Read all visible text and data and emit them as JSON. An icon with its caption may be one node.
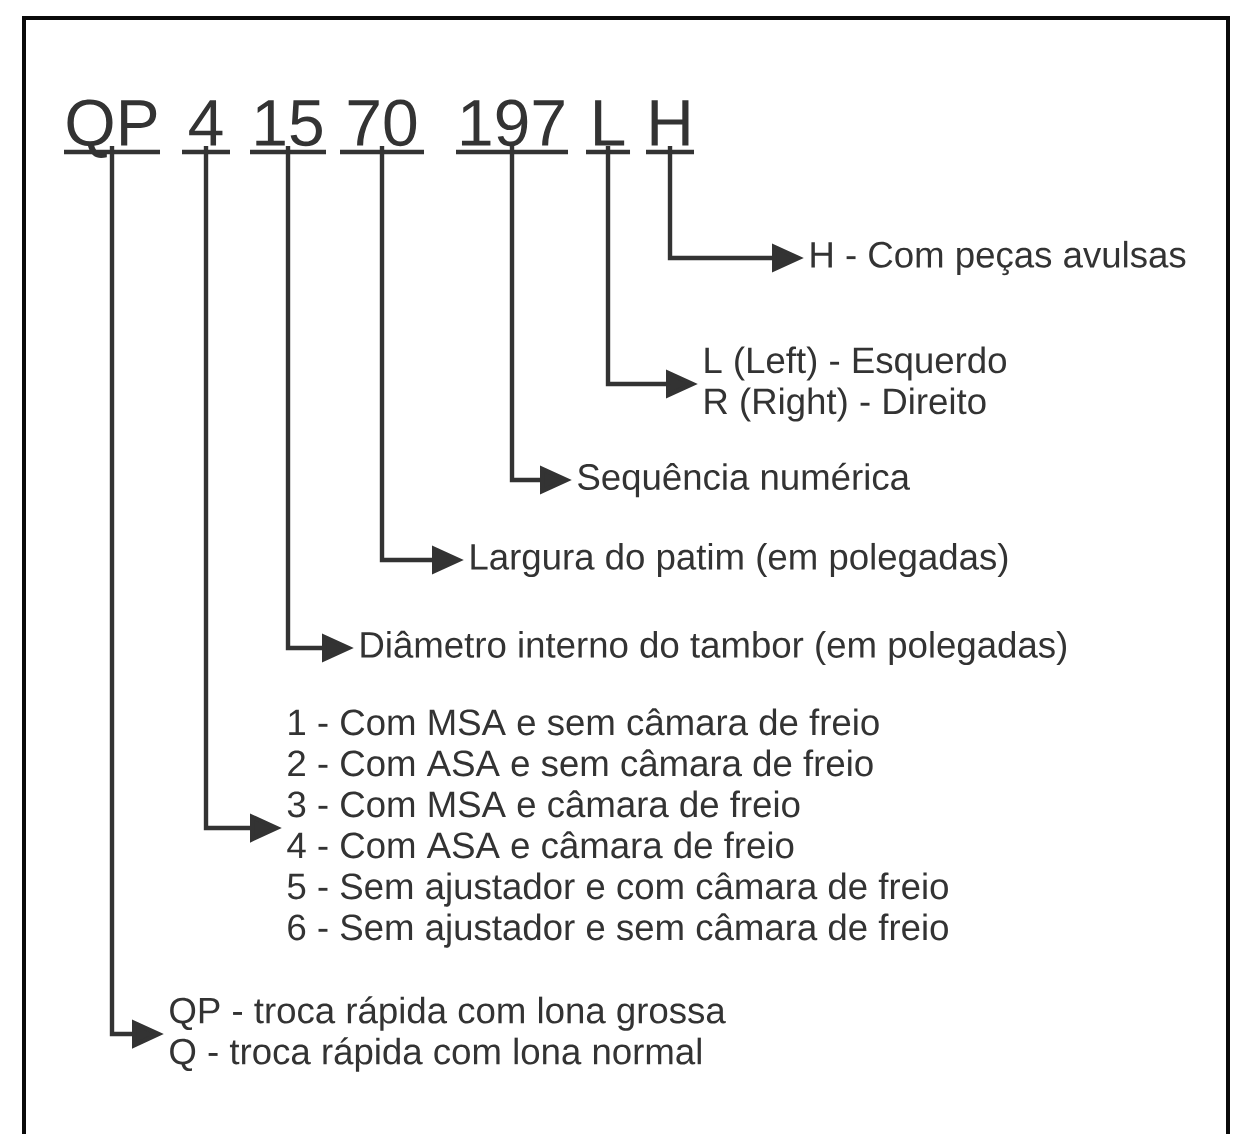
{
  "diagram": {
    "nodes": [
      {
        "text": [
          "QP"
        ]
      },
      {
        "text": [
          "4"
        ]
      },
      {
        "text": [
          "15"
        ]
      },
      {
        "text": [
          "70"
        ]
      },
      {
        "text": [
          "197"
        ]
      },
      {
        "text": [
          "L"
        ]
      },
      {
        "text": [
          "H"
        ]
      },
      {
        "text": [
          "H - Com peças avulsas"
        ]
      },
      {
        "text": [
          "L (Left) - Esquerdo",
          "R (Right) - Direito"
        ]
      },
      {
        "text": [
          "Sequência numérica"
        ]
      },
      {
        "text": [
          "Largura do patim (em polegadas)"
        ]
      },
      {
        "text": [
          "Diâmetro interno do tambor (em polegadas)"
        ]
      },
      {
        "text": [
          "1 - Com MSA e sem câmara de freio",
          "2 - Com ASA e sem câmara de freio",
          "3 - Com MSA e câmara de freio",
          "4 - Com ASA e câmara de freio",
          "5 - Sem ajustador e com câmara de freio",
          "6 - Sem ajustador e sem câmara de freio"
        ]
      },
      {
        "text": [
          "QP - troca rápida com lona grossa",
          "Q - troca rápida com lona normal"
        ]
      }
    ],
    "edges": [
      {
        "from": 6,
        "to": 7,
        "arrow": "to"
      },
      {
        "from": 5,
        "to": 8,
        "arrow": "to"
      },
      {
        "from": 4,
        "to": 9,
        "arrow": "to"
      },
      {
        "from": 3,
        "to": 10,
        "arrow": "to"
      },
      {
        "from": 2,
        "to": 11,
        "arrow": "to"
      },
      {
        "from": 1,
        "to": 12,
        "arrow": "to"
      },
      {
        "from": 0,
        "to": 13,
        "arrow": "to"
      }
    ]
  }
}
